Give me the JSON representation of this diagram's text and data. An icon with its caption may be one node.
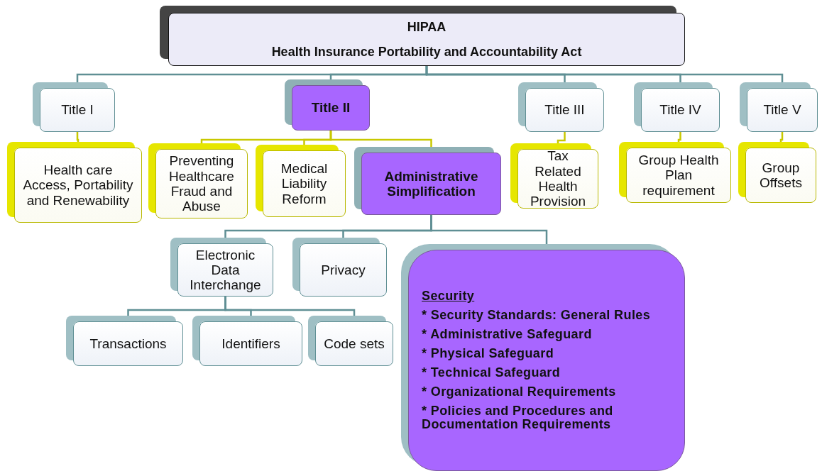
{
  "diagram": {
    "nodes": [
      {
        "text": [
          "HIPAA",
          "Health Insurance Portability and Accountability Act"
        ]
      },
      {
        "text": [
          "Title I"
        ]
      },
      {
        "text": [
          "Title II"
        ]
      },
      {
        "text": [
          "Title III"
        ]
      },
      {
        "text": [
          "Title IV"
        ]
      },
      {
        "text": [
          "Title V"
        ]
      },
      {
        "text": [
          "Health care Access, Portability and Renewability"
        ]
      },
      {
        "text": [
          "Preventing Healthcare Fraud and Abuse"
        ]
      },
      {
        "text": [
          "Medical Liability Reform"
        ]
      },
      {
        "text": [
          "Administrative Simplification"
        ]
      },
      {
        "text": [
          "Tax Related Health Provision"
        ]
      },
      {
        "text": [
          "Group Health Plan requirement"
        ]
      },
      {
        "text": [
          "Group Offsets"
        ]
      },
      {
        "text": [
          "Electronic Data Interchange"
        ]
      },
      {
        "text": [
          "Privacy"
        ]
      },
      {
        "text": [
          "Security",
          "* Security Standards: General Rules",
          "* Administrative Safeguard",
          "* Physical Safeguard",
          "* Technical Safeguard",
          "* Organizational Requirements",
          "* Policies and Procedures and Documentation Requirements"
        ]
      },
      {
        "text": [
          "Transactions"
        ]
      },
      {
        "text": [
          "Identifiers"
        ]
      },
      {
        "text": [
          "Code sets"
        ]
      }
    ],
    "edges": [
      {
        "from": 0,
        "to": 1,
        "arrow": "none"
      },
      {
        "from": 0,
        "to": 2,
        "arrow": "none"
      },
      {
        "from": 0,
        "to": 3,
        "arrow": "none"
      },
      {
        "from": 0,
        "to": 4,
        "arrow": "none"
      },
      {
        "from": 0,
        "to": 5,
        "arrow": "none"
      },
      {
        "from": 1,
        "to": 6,
        "arrow": "none",
        "color": "#c8c800"
      },
      {
        "from": 2,
        "to": 7,
        "arrow": "none",
        "color": "#c8c800"
      },
      {
        "from": 2,
        "to": 8,
        "arrow": "none",
        "color": "#c8c800"
      },
      {
        "from": 2,
        "to": 9,
        "arrow": "none",
        "color": "#c8c800"
      },
      {
        "from": 3,
        "to": 10,
        "arrow": "none",
        "color": "#c8c800"
      },
      {
        "from": 4,
        "to": 11,
        "arrow": "none",
        "color": "#c8c800"
      },
      {
        "from": 5,
        "to": 12,
        "arrow": "none",
        "color": "#c8c800"
      },
      {
        "from": 9,
        "to": 13,
        "arrow": "none"
      },
      {
        "from": 9,
        "to": 14,
        "arrow": "none"
      },
      {
        "from": 9,
        "to": 15,
        "arrow": "none"
      },
      {
        "from": 13,
        "to": 16,
        "arrow": "none"
      },
      {
        "from": 13,
        "to": 17,
        "arrow": "none"
      },
      {
        "from": 13,
        "to": 18,
        "arrow": "none"
      }
    ]
  }
}
